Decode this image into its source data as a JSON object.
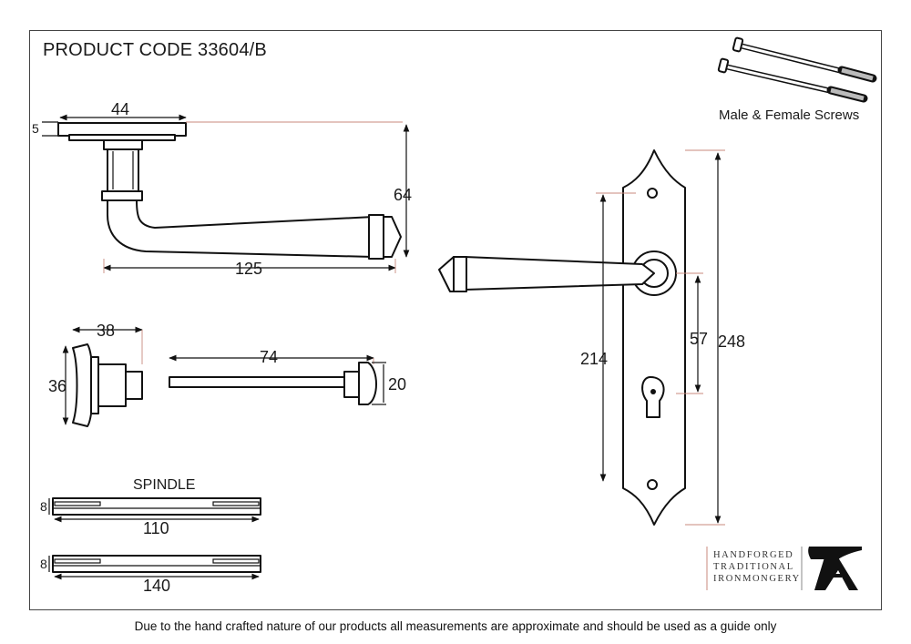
{
  "title": "PRODUCT CODE 33604/B",
  "screws": {
    "label": "Male & Female Screws"
  },
  "handle": {
    "rose_diameter": "44",
    "rose_thickness": "5",
    "height": "64",
    "length": "125"
  },
  "turn": {
    "width": "38",
    "height": "36",
    "release_length": "74",
    "release_diameter": "20"
  },
  "spindle": {
    "title": "SPINDLE",
    "items": [
      {
        "thickness": "8",
        "length": "110"
      },
      {
        "thickness": "8",
        "length": "140"
      }
    ]
  },
  "backplate": {
    "height": "248",
    "fixing_centres": "214",
    "centres": "57"
  },
  "brand": {
    "line1": "HANDFORGED",
    "line2": "TRADITIONAL",
    "line3": "IRONMONGERY"
  },
  "disclaimer": "Due to the hand crafted nature of our products all measurements are approximate and should be used as a guide only"
}
